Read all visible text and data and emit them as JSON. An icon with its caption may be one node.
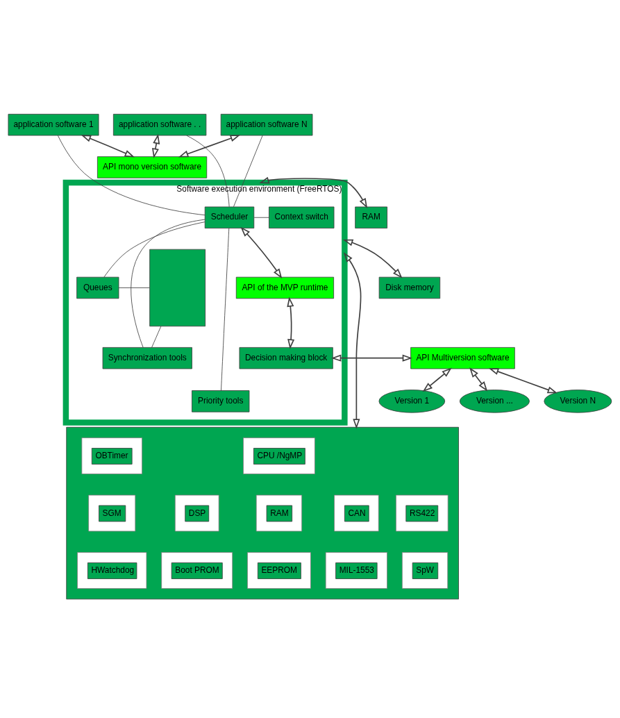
{
  "diagram": {
    "nodes": [
      {
        "text": [
          "application software 1"
        ]
      },
      {
        "text": [
          "application software . ."
        ]
      },
      {
        "text": [
          "application software N"
        ]
      },
      {
        "text": [
          "API mono version software"
        ]
      },
      {
        "text": [
          "Software execution environment (FreeRTOS)"
        ]
      },
      {
        "text": [
          "Scheduler"
        ],
        "in": 4
      },
      {
        "text": [
          "API of the MVP runtime"
        ],
        "in": 4
      },
      {
        "text": [
          "Decision making block"
        ],
        "in": 4
      },
      {
        "text": [
          "Context switch"
        ],
        "in": 4
      },
      {
        "text": [
          "Queues"
        ],
        "in": 4
      },
      {
        "text": [
          "Synchronization tools"
        ],
        "in": 4
      },
      {
        "text": [
          "Priority tools"
        ],
        "in": 4
      },
      {
        "text": [],
        "shape": "box",
        "in": 4
      },
      {
        "text": [
          "RAM"
        ]
      },
      {
        "text": [
          "Disk memory"
        ]
      },
      {
        "text": [
          "API Multiversion software"
        ]
      },
      {
        "text": [
          "Version 1"
        ]
      },
      {
        "text": [
          "Version ..."
        ]
      },
      {
        "text": [
          "Version N"
        ]
      },
      {
        "text": [],
        "shape": "box"
      },
      {
        "text": [
          "CAN"
        ],
        "in": 19
      },
      {
        "text": [
          "RS422"
        ],
        "in": 19
      },
      {
        "text": [
          "MIL-1553"
        ],
        "in": 19
      },
      {
        "text": [
          "SpW"
        ],
        "in": 19
      },
      {
        "text": [
          "CPU /NgMP"
        ],
        "in": 19
      },
      {
        "text": [
          "RAM"
        ],
        "in": 19
      },
      {
        "text": [
          "EEPROM"
        ],
        "in": 19
      },
      {
        "text": [
          "DSP"
        ],
        "in": 19
      },
      {
        "text": [
          "Boot PROM"
        ],
        "in": 19
      },
      {
        "text": [
          "OBTimer"
        ],
        "in": 19
      },
      {
        "text": [
          "SGM"
        ],
        "in": 19
      },
      {
        "text": [
          "HWatchdog"
        ],
        "in": 19
      }
    ],
    "edges": [
      {
        "from": 0,
        "to": 3,
        "arrow": "both"
      },
      {
        "from": 1,
        "to": 3,
        "arrow": "both"
      },
      {
        "from": 2,
        "to": 3,
        "arrow": "both"
      },
      {
        "from": 0,
        "to": 5,
        "arrow": "none"
      },
      {
        "from": 1,
        "to": 5,
        "arrow": "none"
      },
      {
        "from": 2,
        "to": 5,
        "arrow": "none"
      },
      {
        "from": 13,
        "to": 4,
        "arrow": "both"
      },
      {
        "from": 14,
        "to": 4,
        "arrow": "both"
      },
      {
        "from": 15,
        "to": 7,
        "arrow": "both"
      },
      {
        "from": 5,
        "to": 6,
        "arrow": "both"
      },
      {
        "from": 6,
        "to": 7,
        "arrow": "both"
      },
      {
        "from": 5,
        "to": 8,
        "arrow": "none"
      },
      {
        "from": 5,
        "to": 9,
        "arrow": "none"
      },
      {
        "from": 5,
        "to": 10,
        "arrow": "none"
      },
      {
        "from": 5,
        "to": 11,
        "arrow": "none"
      },
      {
        "from": 9,
        "to": 12,
        "arrow": "none"
      },
      {
        "from": 10,
        "to": 12,
        "arrow": "none"
      },
      {
        "from": 15,
        "to": 16,
        "arrow": "both"
      },
      {
        "from": 15,
        "to": 17,
        "arrow": "both"
      },
      {
        "from": 15,
        "to": 18,
        "arrow": "both"
      },
      {
        "from": 4,
        "to": 19,
        "arrow": "both"
      }
    ]
  }
}
